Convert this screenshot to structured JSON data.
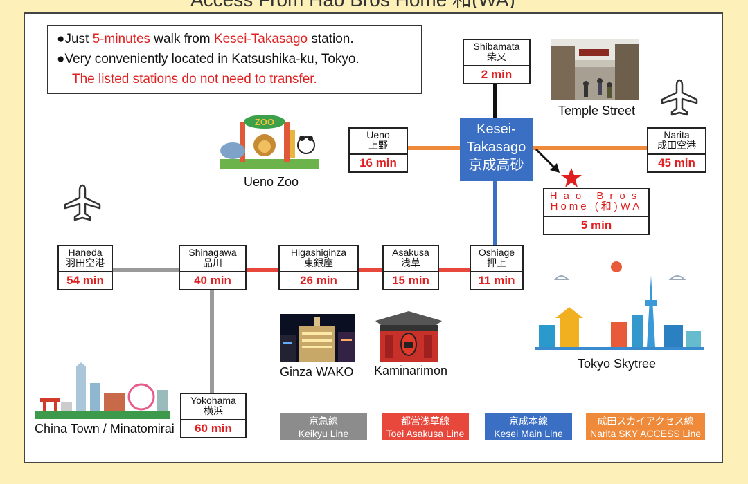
{
  "banner": {
    "title": "Access From Hao Bros Home 和(WA)"
  },
  "info": {
    "bullet1_prefix": "●Just ",
    "bullet1_highlight": "5-minutes",
    "bullet1_mid": " walk from ",
    "bullet1_station": "Kesei-Takasago",
    "bullet1_suffix": " station.",
    "bullet2": "●Very conveniently located in Katsushika-ku, Tokyo.",
    "note": "The listed stations do not need to transfer."
  },
  "hub": {
    "line1": "Kesei-",
    "line2": "Takasago",
    "line3": "京成高砂"
  },
  "stations": {
    "shibamata": {
      "en": "Shibamata",
      "jp": "柴又",
      "time": "2 min"
    },
    "ueno": {
      "en": "Ueno",
      "jp": "上野",
      "time": "16 min"
    },
    "narita": {
      "en": "Narita",
      "jp": "成田空港",
      "time": "45 min"
    },
    "hao": {
      "en": "Hao Bros",
      "jp": "Home (和)WA",
      "time": "5 min"
    },
    "haneda": {
      "en": "Haneda",
      "jp": "羽田空港",
      "time": "54 min"
    },
    "shinagawa": {
      "en": "Shinagawa",
      "jp": "品川",
      "time": "40 min"
    },
    "higashiginza": {
      "en": "Higashiginza",
      "jp": "東銀座",
      "time": "26 min"
    },
    "asakusa": {
      "en": "Asakusa",
      "jp": "浅草",
      "time": "15 min"
    },
    "oshiage": {
      "en": "Oshiage",
      "jp": "押上",
      "time": "11 min"
    },
    "yokohama": {
      "en": "Yokohama",
      "jp": "横浜",
      "time": "60 min"
    }
  },
  "captions": {
    "temple": "Temple Street",
    "zoo": "Ueno Zoo",
    "skytree": "Tokyo Skytree",
    "ginza": "Ginza WAKO",
    "kaminarimon": "Kaminarimon",
    "chinatown": "China Town / Minatomirai"
  },
  "legend": [
    {
      "jp": "京急線",
      "en": "Keikyu Line",
      "color": "#8c8c8c"
    },
    {
      "jp": "都営浅草線",
      "en": "Toei Asakusa Line",
      "color": "#e8483c"
    },
    {
      "jp": "京成本線",
      "en": "Kesei Main Line",
      "color": "#3a6fc4"
    },
    {
      "jp": "成田スカイアクセス線",
      "en": "Narita SKY ACCESS Line",
      "color": "#ee8a3a"
    }
  ],
  "colors": {
    "keikyu": "#9a9a9a",
    "asakusa": "#e8483c",
    "main": "#3a6fc4",
    "skyaccess": "#ee8a3a",
    "accent": "#e02020"
  },
  "icons": [
    "airplane-icon",
    "star-icon",
    "arrow-icon"
  ]
}
